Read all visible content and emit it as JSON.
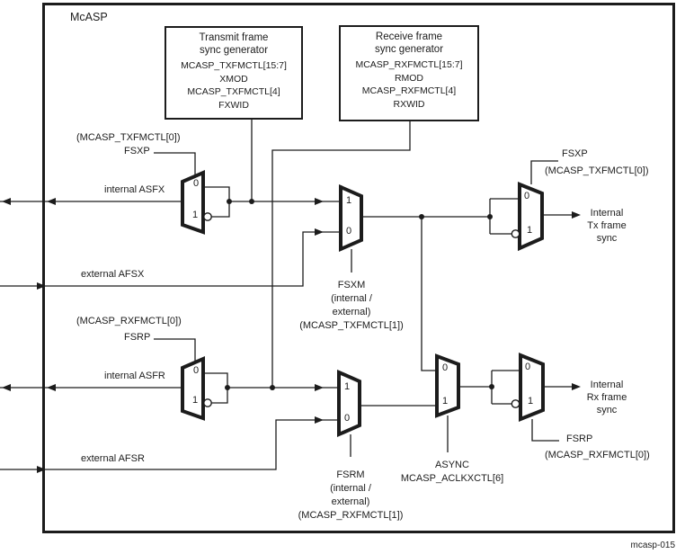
{
  "diagram": {
    "title": "McASP",
    "figure_label": "mcasp-015",
    "colors": {
      "line": "#1c1c1c",
      "background": "#ffffff"
    },
    "mux_ports": {
      "zero": "0",
      "one": "1"
    },
    "generators": {
      "transmit": {
        "title": [
          "Transmit frame",
          "sync generator"
        ],
        "registers": [
          "MCASP_TXFMCTL[15:7]",
          "XMOD",
          "MCASP_TXFMCTL[4]",
          "FXWID"
        ]
      },
      "receive": {
        "title": [
          "Receive frame",
          "sync generator"
        ],
        "registers": [
          "MCASP_RXFMCTL[15:7]",
          "RMOD",
          "MCASP_RXFMCTL[4]",
          "RXWID"
        ]
      }
    },
    "tx": {
      "polarity_register": "(MCASP_TXFMCTL[0])",
      "polarity_signal": "FSXP",
      "internal_signal": "internal ASFX",
      "external_signal": "external AFSX",
      "mode_select": [
        "FSXM",
        "(internal /",
        "external)",
        "(MCASP_TXFMCTL[1])"
      ],
      "output_polarity_signal": "FSXP",
      "output_polarity_register": "(MCASP_TXFMCTL[0])",
      "output_lines": [
        "Internal",
        "Tx frame",
        "sync"
      ]
    },
    "rx": {
      "polarity_register": "(MCASP_RXFMCTL[0])",
      "polarity_signal": "FSRP",
      "internal_signal": "internal ASFR",
      "external_signal": "external AFSR",
      "mode_select": [
        "FSRM",
        "(internal /",
        "external)",
        "(MCASP_RXFMCTL[1])"
      ],
      "async_select": [
        "ASYNC",
        "MCASP_ACLKXCTL[6]"
      ],
      "output_polarity_signal": "FSRP",
      "output_polarity_register": "(MCASP_RXFMCTL[0])",
      "output_lines": [
        "Internal",
        "Rx frame",
        "sync"
      ]
    }
  }
}
